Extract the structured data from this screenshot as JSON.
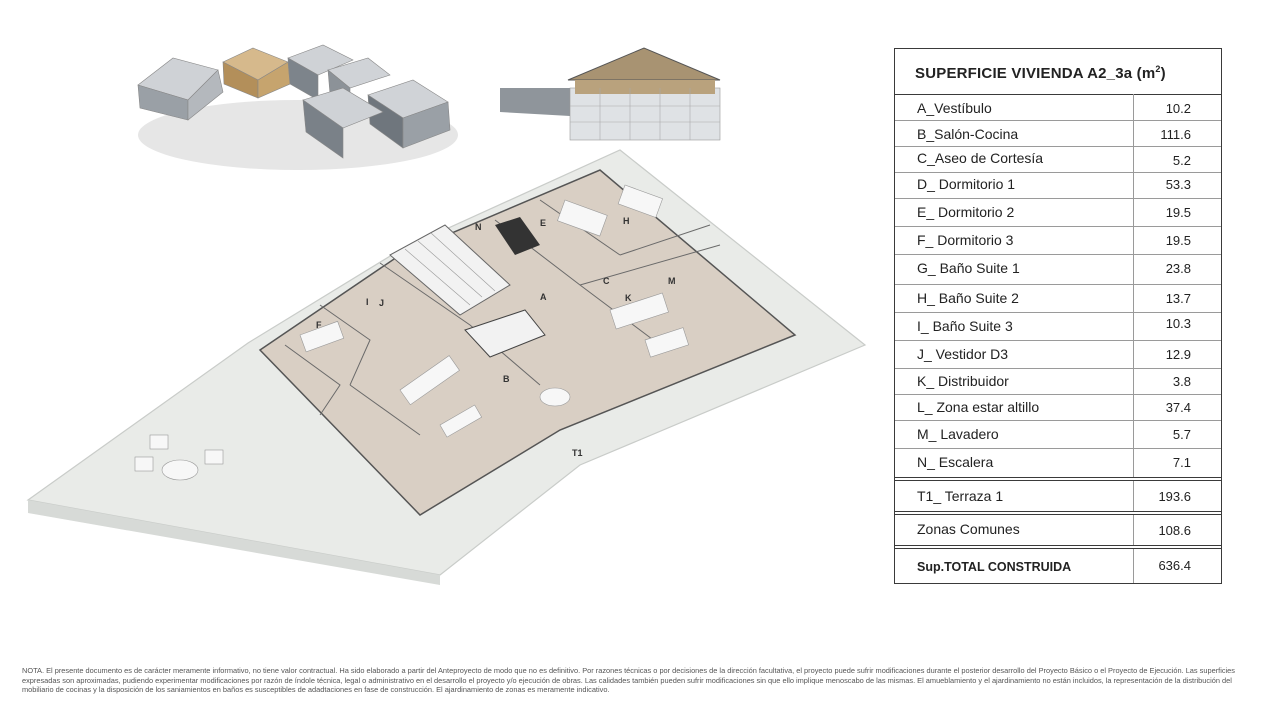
{
  "table": {
    "title": "SUPERFICIE VIVIENDA A2_3a (m",
    "title_sup": "2",
    "title_close": ")",
    "rows": [
      {
        "label": "A_Vestíbulo",
        "value": "10.2"
      },
      {
        "label": "B_Salón-Cocina",
        "value": "111.6"
      },
      {
        "label": "C_Aseo de Cortesía",
        "value": "5.2"
      },
      {
        "label": "D_ Dormitorio 1",
        "value": "53.3"
      },
      {
        "label": "E_ Dormitorio 2",
        "value": "19.5"
      },
      {
        "label": "F_ Dormitorio 3",
        "value": "19.5"
      },
      {
        "label": "G_ Baño Suite 1",
        "value": "23.8"
      },
      {
        "label": "H_ Baño Suite 2",
        "value": "13.7"
      },
      {
        "label": "I_ Baño Suite 3",
        "value": "10.3"
      },
      {
        "label": "J_ Vestidor D3",
        "value": "12.9"
      },
      {
        "label": "K_ Distribuidor",
        "value": "3.8"
      },
      {
        "label": "L_ Zona estar altillo",
        "value": "37.4"
      },
      {
        "label": "M_ Lavadero",
        "value": "5.7"
      },
      {
        "label": "N_ Escalera",
        "value": "7.1"
      }
    ],
    "terrace": {
      "label": "T1_ Terraza 1",
      "value": "193.6"
    },
    "common": {
      "label": "Zonas Comunes",
      "value": "108.6"
    },
    "total": {
      "label": "Sup.TOTAL CONSTRUIDA",
      "value": "636.4"
    }
  },
  "plan_labels": {
    "n": "N",
    "e": "E",
    "h": "H",
    "a": "A",
    "c": "C",
    "k": "K",
    "m": "M",
    "i": "I",
    "j": "J",
    "f": "F",
    "b": "B",
    "t1": "T1"
  },
  "note": "NOTA. El presente documento es de carácter meramente informativo, no tiene valor contractual. Ha sido elaborado a partir del Anteproyecto de modo que no es definitivo. Por razones técnicas o por decisiones de la dirección facultativa, el proyecto puede sufrir modificaciones durante el posterior desarrollo del Proyecto Básico o el Proyecto de Ejecución. Las superficies expresadas son aproximadas, pudiendo experimentar modificaciones por razón de índole técnica, legal o administrativo en el desarrollo el proyecto y/o ejecución de obras. Las calidades también pueden sufrir modificaciones sin que ello implique menoscabo de las mismas. El amueblamiento y el ajardinamiento no están incluidos, la representación de la distribución del mobiliario de cocinas y la disposición de los saniamientos en baños es susceptibles de adadtaciones en fase de construcción. El ajardinamiento de zonas es meramente indicativo."
}
